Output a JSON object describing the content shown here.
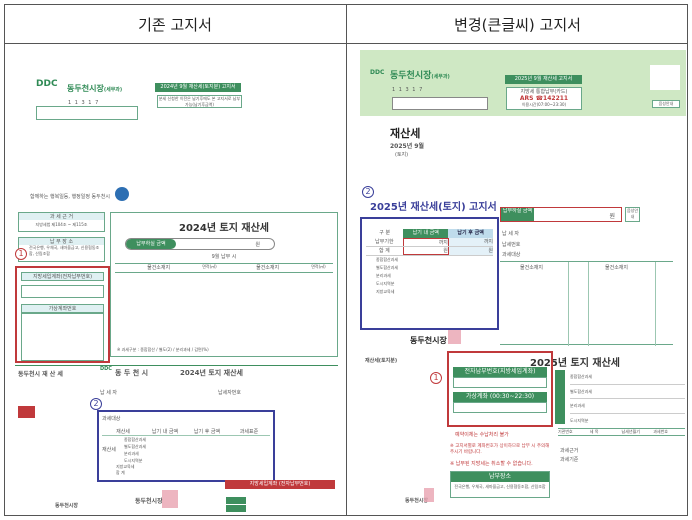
{
  "header": {
    "left_title": "기존 고지서",
    "right_title": "변경(큰글씨) 고지서"
  },
  "old": {
    "logo": "DDC",
    "issuer": "동두천시장",
    "issuer_dept": "(세무과)",
    "postal_code": "1 1 3 1 7",
    "badge": "2024년 9월 재산세(토지분) 고지서",
    "notice_box": "분세 신청한 이전은 납기후에도 본 고지서로 납부가능(납기후금액)",
    "slogan": "함께하는 행복일등, 행정일정 동두천시",
    "tax_basis": "과 세 근 거",
    "tax_basis_text": "지방세법 제104조 ~ 제115조",
    "pay_place": "납 부 장 소",
    "pay_place_text": "전국은행, 우체국, 새마을금고, 신용협동조합, 산림조합",
    "account_label": "지방세입계좌(전자납부번호)",
    "virtual_label": "가상계좌번호",
    "main_title": "2024년 토지 재산세",
    "amount_label": "납부하실 금액",
    "won": "원",
    "sep_pay": "9월 납부 시",
    "col_location": "물건소재지",
    "col_area": "면적(㎡)",
    "col_type": "과세구분",
    "footnote": "※ 과세구분 : 종합합산 / 별도(2) / 분리과세 / 감면(%)",
    "stub_title": "동두천시 재 산 세",
    "stub_city": "동 두 천 시",
    "stub_tax": "2024년 토지 재산세",
    "taxpayer": "납 세 자",
    "tax_number": "납세자번호",
    "target": "과세대상",
    "items": [
      "종합합산과세",
      "별도합산과세",
      "분리과세",
      "도시지역분"
    ],
    "item_group": "재산세",
    "edu": "지방교육세",
    "total": "합 계",
    "col_before": "납기 내 금액",
    "col_after": "납기 후 금액",
    "col_misc": "과세표준",
    "red_bar": "지방세입계좌 (전자납부번호)",
    "stamp_city": "동두천시장"
  },
  "new": {
    "logo": "DDC",
    "issuer": "동두천시장",
    "issuer_dept": "(세무과)",
    "postal_code": "1 1 3 1 7",
    "badge": "2025년 9월 재산세 고지서",
    "ars_title": "지방세 통합납부(카드)",
    "ars": "ARS ☎142211",
    "ars_hours": "이용시간(07:00~23:30)",
    "guide_button": "음성안내",
    "tax_name": "재산세",
    "period": "2025년 9월",
    "kind": "(토지)",
    "bill_title": "2025년 재산세(토지) 고지서",
    "row_gubun": "구 분",
    "col_before": "납기 내 금액",
    "col_after": "납기 후 금액",
    "row_due": "납부기한",
    "until": "까지",
    "row_total": "합 계",
    "won": "원",
    "items": [
      "종합합산과세",
      "별도합산과세",
      "분리과세",
      "도시지역분"
    ],
    "edu": "지방교육세",
    "amount_label": "납부하실 금액",
    "taxpayer": "납 세 자",
    "tax_number": "납세번호",
    "target": "과세대상",
    "col_location": "물건소재지",
    "stamp_city": "동두천시장",
    "section_title": "2025년 토지 재산세",
    "e_account": "전자납부번호(지방세입계좌)",
    "virtual": "가상계좌 (00:30~22:30)",
    "note1": "예약이체는 수납처리 불가",
    "note2": "※ 고지서별로 계좌번호가 상이하므로 납부 시 주의해 주시기 바랍니다.",
    "note3": "※ 납부된 지방세는 취소할 수 없습니다.",
    "pay_place": "납부장소",
    "pay_place_text": "전국은행, 우체국, 새마을금고, 신용협동조합, 산림조합",
    "stub_title": "재산세(토지분)",
    "basis": "과세근거",
    "standard": "과세기준",
    "col_org": "기관번호",
    "col_item": "세 목",
    "col_ym": "납세년월기",
    "col_no": "과세번호"
  },
  "colors": {
    "green": "#3e8f5e",
    "red": "#c0393b",
    "blue": "#3a3f9a",
    "band": "#cfe8c4"
  }
}
